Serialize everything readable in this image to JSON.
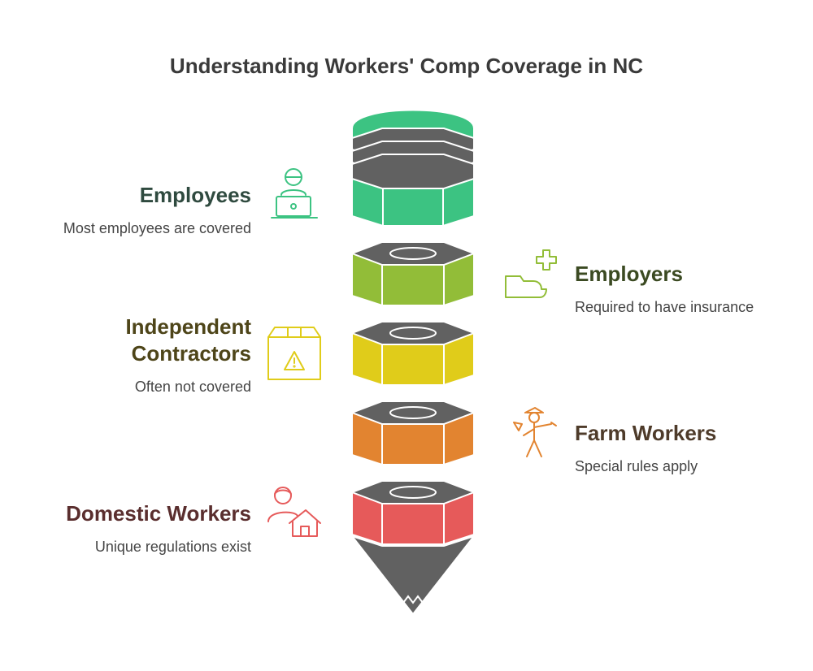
{
  "title": "Understanding Workers' Comp Coverage in NC",
  "segments": [
    {
      "heading": "Employees",
      "description": "Most employees are covered",
      "icon": "worker-at-laptop-icon",
      "color": "#3cc382",
      "text_color": "#2f4a3f"
    },
    {
      "heading": "Employers",
      "description": "Required to have insurance",
      "icon": "hand-with-plus-icon",
      "color": "#92bd38",
      "text_color": "#3b4a22"
    },
    {
      "heading": "Independent Contractors",
      "description": "Often not covered",
      "icon": "box-warning-icon",
      "color": "#e0cc1a",
      "text_color": "#4e4519"
    },
    {
      "heading": "Farm Workers",
      "description": "Special rules apply",
      "icon": "farmer-with-hoe-icon",
      "color": "#e28430",
      "text_color": "#4e3b2a"
    },
    {
      "heading": "Domestic Workers",
      "description": "Unique regulations exist",
      "icon": "woman-and-house-icon",
      "color": "#e65a5a",
      "text_color": "#5a2e2e"
    }
  ],
  "colors": {
    "pencil_gray": "#616161",
    "outline": "#ffffff"
  }
}
